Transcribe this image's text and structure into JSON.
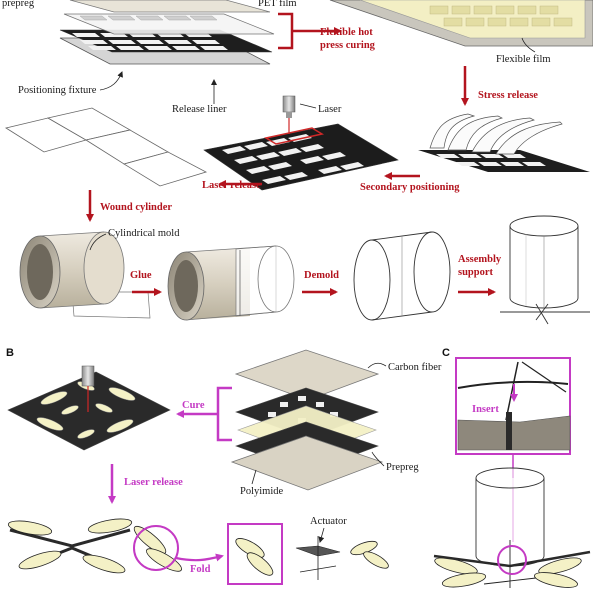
{
  "panel_a": {
    "labels": {
      "prepreg_top": "prepreg",
      "pet_film": "PET film",
      "positioning_fixture": "Positioning fixture",
      "release_liner": "Release liner",
      "flexible_film": "Flexible film",
      "laser": "Laser",
      "cylindrical_mold": "Cylindrical mold"
    },
    "steps": {
      "flexible_hot_press_curing": [
        "Flexible hot",
        "press curing"
      ],
      "stress_release": "Stress release",
      "secondary_positioning": "Secondary positioning",
      "laser_release": "Laser release",
      "wound_cylinder": "Wound cylinder",
      "glue": "Glue",
      "demold": "Demold",
      "assembly_support": [
        "Assembly",
        "support"
      ]
    }
  },
  "panel_b": {
    "tag": "B",
    "labels": {
      "carbon_fiber": "Carbon fiber",
      "prepreg": "Prepreg",
      "polyimide": "Polyimide",
      "actuator": "Actuator"
    },
    "steps": {
      "cure": "Cure",
      "laser_release": "Laser release",
      "fold": "Fold"
    }
  },
  "panel_c": {
    "tag": "C",
    "steps": {
      "insert": "Insert"
    }
  },
  "colors": {
    "step_red": "#b3141e",
    "step_magenta": "#c43ac4",
    "carbon_black": "#1c1c1c",
    "plate_beige": "#d9d3c4",
    "film_yellow": "#f4f1c6"
  }
}
